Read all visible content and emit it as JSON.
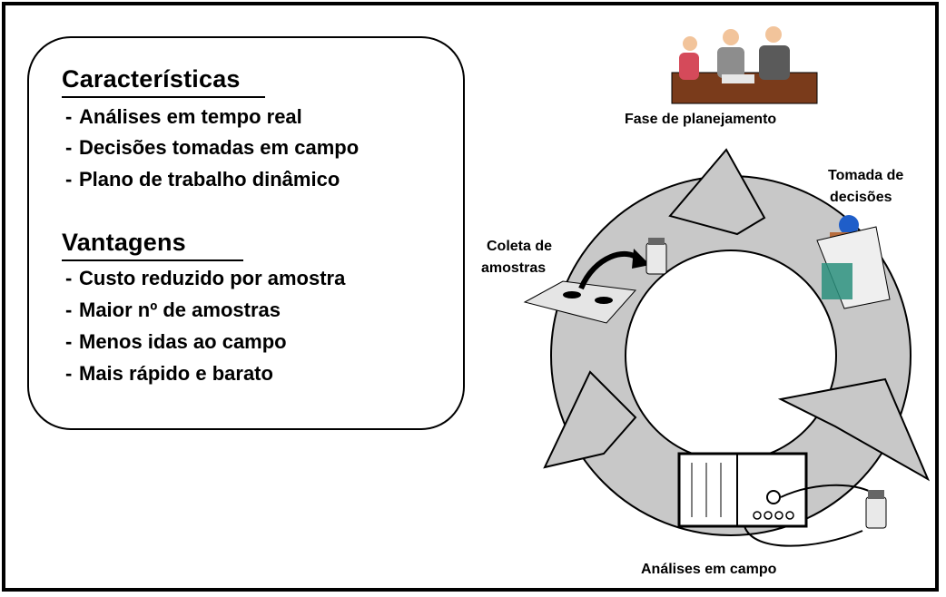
{
  "info_box": {
    "characteristics": {
      "title": "Características",
      "items": [
        "Análises em tempo real",
        "Decisões tomadas em campo",
        "Plano de trabalho dinâmico"
      ]
    },
    "advantages": {
      "title": "Vantagens",
      "items": [
        "Custo reduzido por amostra",
        "Maior nº de amostras",
        "Menos idas ao campo",
        "Mais rápido e barato"
      ]
    },
    "bullet": "-"
  },
  "cycle": {
    "planning": "Fase de planejamento",
    "decision": [
      "Tomada de",
      "decisões"
    ],
    "collection": [
      "Coleta de",
      "amostras"
    ],
    "field_analysis": "Análises em campo"
  },
  "colors": {
    "cycle_fill": "#c8c8c8",
    "outline": "#000000"
  },
  "icons": [
    "meeting-icon",
    "worker-icon",
    "sample-tray-icon",
    "sample-bottle-icon",
    "analyzer-instrument-icon"
  ]
}
